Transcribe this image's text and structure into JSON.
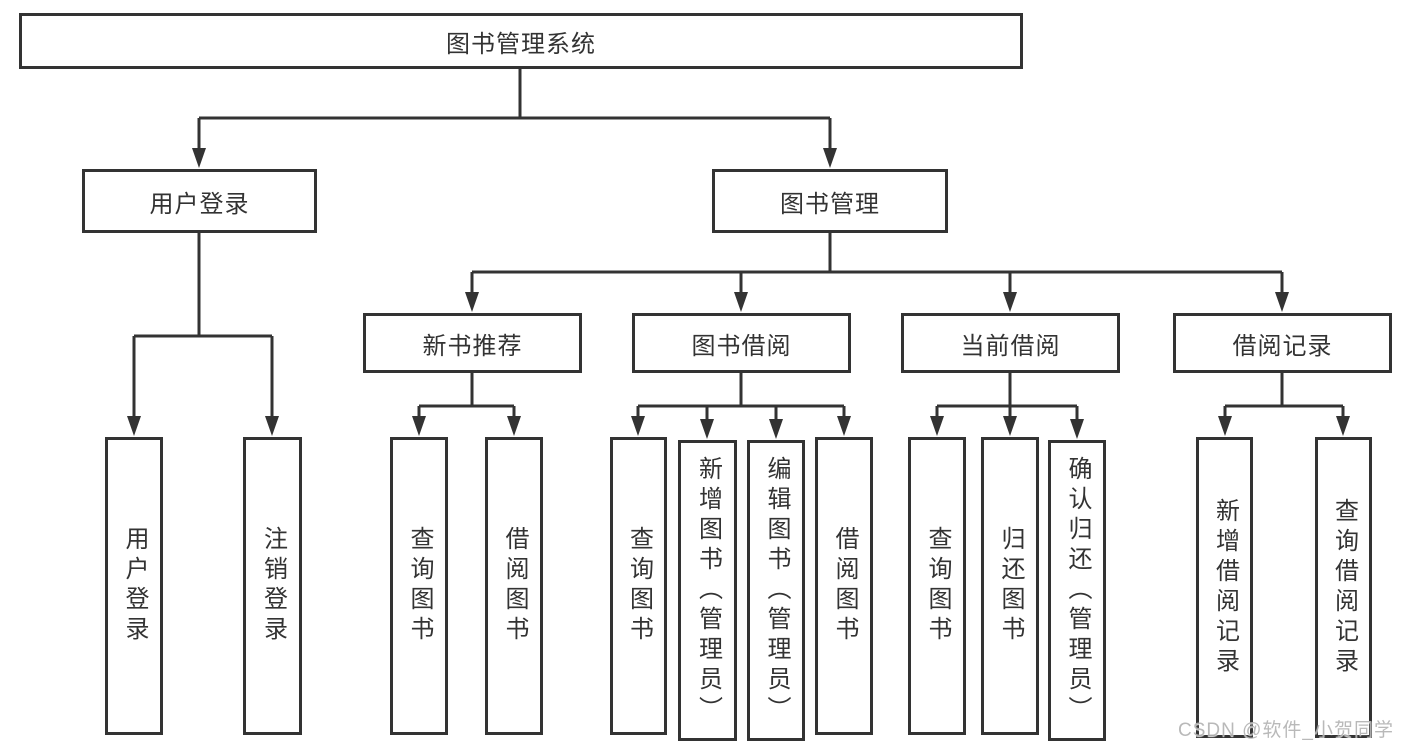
{
  "diagram": {
    "title": "图书管理系统",
    "branches": {
      "user_login": {
        "label": "用户登录",
        "children": {
          "login": "用户登录",
          "logout": "注销登录"
        }
      },
      "book_mgmt": {
        "label": "图书管理",
        "groups": {
          "new_books": {
            "label": "新书推荐",
            "children": {
              "query_book": "查询图书",
              "borrow_book": "借阅图书"
            }
          },
          "book_borrow": {
            "label": "图书借阅",
            "children": {
              "query_book": "查询图书",
              "add_book": "新增图书（管理员）",
              "edit_book": "编辑图书（管理员）",
              "borrow_book": "借阅图书"
            }
          },
          "current_borrow": {
            "label": "当前借阅",
            "children": {
              "query_book": "查询图书",
              "return_book": "归还图书",
              "confirm_return": "确认归还（管理员）"
            }
          },
          "borrow_records": {
            "label": "借阅记录",
            "children": {
              "add_record": "新增借阅记录",
              "query_record": "查询借阅记录"
            }
          }
        }
      }
    }
  },
  "watermark": {
    "text": "CSDN @软件_小贺同学"
  },
  "colors": {
    "line": "#333333",
    "text": "#333333",
    "box_background": "#ffffff",
    "watermark": "#b4b4b4",
    "background": "#ffffff"
  }
}
